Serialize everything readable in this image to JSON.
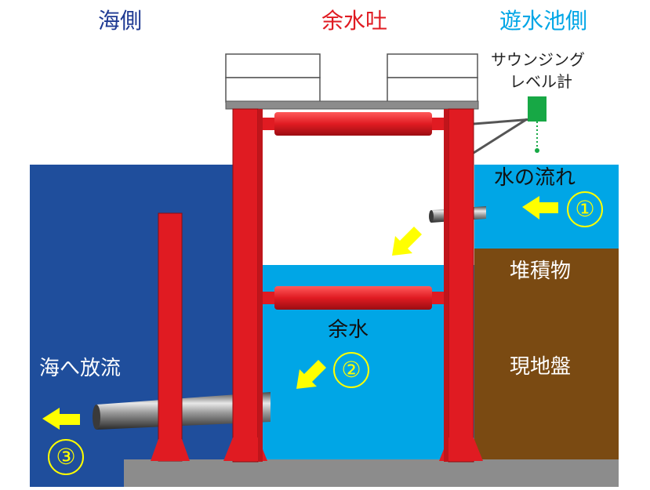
{
  "headers": {
    "sea_side": "海側",
    "spillway": "余水吐",
    "pond_side": "遊水池側"
  },
  "labels": {
    "sounding_line1": "サウンジング",
    "sounding_line2": "レベル計",
    "water_flow": "水の流れ",
    "sediment": "堆積物",
    "ground": "現地盤",
    "excess_water": "余水",
    "discharge": "海へ放流"
  },
  "steps": {
    "one": "①",
    "two": "②",
    "three": "③"
  },
  "colors": {
    "sea": "#1f4e9c",
    "pond_water": "#00a6e6",
    "sediment": "#7a4a12",
    "steel": "#e01b22",
    "arrow": "#ffff00",
    "sea_header": "#1f3a93",
    "spill_header": "#e01b22",
    "pond_header": "#00a6e6",
    "sensor": "#17a845"
  }
}
